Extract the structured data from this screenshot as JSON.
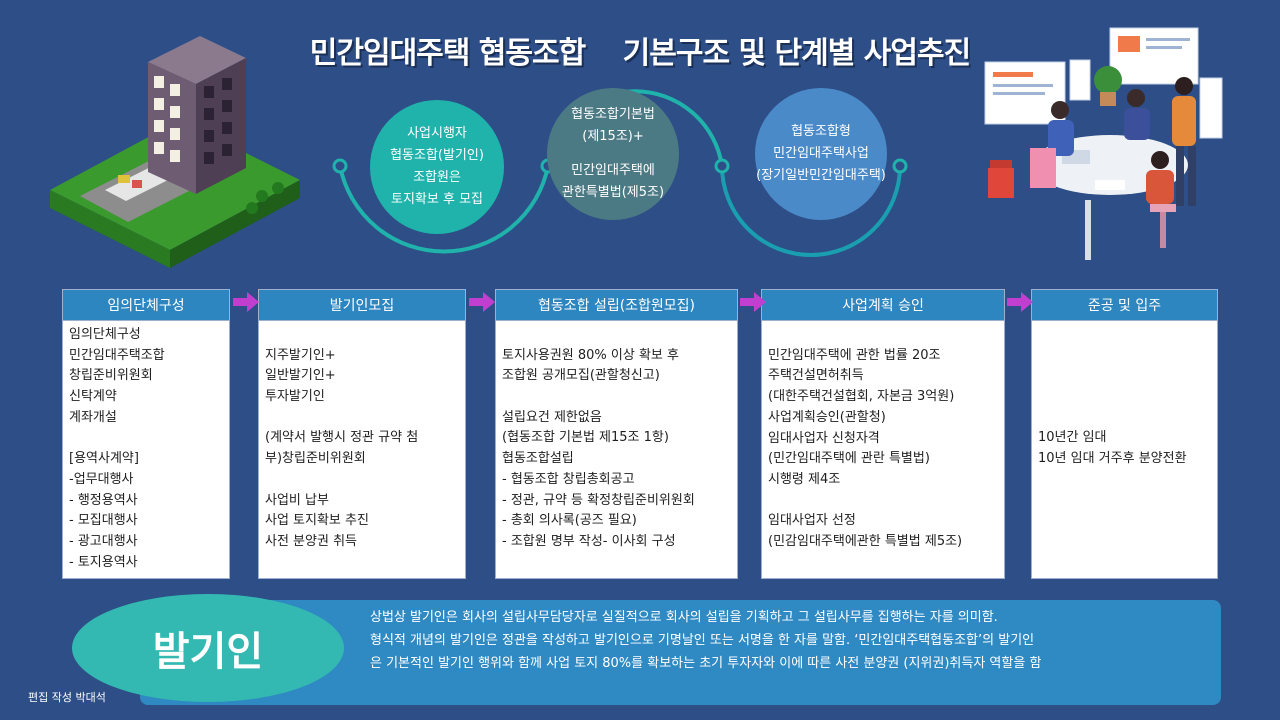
{
  "title": {
    "part1": "민간임대주택 협동조합",
    "part2": "기본구조 및 단계별 사업추진"
  },
  "circles": [
    {
      "lines": [
        "사업시행자",
        "협동조합(발기인)",
        "조합원은",
        "토지확보 후 모집"
      ]
    },
    {
      "lines": [
        "협동조합기본법",
        "(제15조)+",
        "",
        "민간임대주택에",
        "관한특별법(제5조)"
      ]
    },
    {
      "lines": [
        "협동조합형",
        "민간임대주택사업",
        "(장기일반민간임대주택)"
      ]
    }
  ],
  "stages": [
    {
      "header": "임의단체구성",
      "lines": [
        "임의단체구성",
        "민간임대주택조합",
        "창립준비위원회",
        "신탁계약",
        "계좌개설",
        "",
        "[용역사계약]",
        "-업무대행사",
        "- 행정용역사",
        "- 모집대행사",
        "- 광고대행사",
        "- 토지용역사"
      ]
    },
    {
      "header": "발기인모집",
      "lines": [
        "",
        "지주발기인+",
        "일반발기인+",
        "투자발기인",
        "",
        "(계약서 발행시 정관 규약 첨",
        "부)창립준비위원회",
        "",
        "사업비 납부",
        "사업 토지확보 추진",
        "사전 분양권 취득"
      ]
    },
    {
      "header": "협동조합 설립(조합원모집)",
      "lines": [
        "",
        "토지사용권원 80% 이상 확보 후",
        "조합원 공개모집(관할청신고)",
        "",
        "설립요건 제한없음",
        "(협동조합 기본법 제15조 1항)",
        "협동조합설립",
        "- 협동조합 창립총회공고",
        "- 정관, 규약 등 확정창립준비위원회",
        "- 총회 의사록(공즈 필요)",
        "- 조합원 명부 작성- 이사회 구성"
      ]
    },
    {
      "header": "사업계획 승인",
      "lines": [
        "",
        "민간임대주택에 관한 법률 20조",
        "주택건설면허취득",
        "(대한주택건설협회, 자본금 3억원)",
        "사업계획승인(관할청)",
        "임대사업자 신청자격",
        "(민간임대주택에 관란 특별법)",
        "시행령 제4조",
        "",
        "임대사업자 선정",
        "(민감임대주택에관한 특별법 제5조)"
      ]
    },
    {
      "header": "준공 및 입주",
      "lines": [
        "",
        "",
        "",
        "",
        "",
        "10년간 임대",
        "10년 임대 거주후 분양전환"
      ]
    }
  ],
  "definition": {
    "term": "발기인",
    "lines": [
      "상법상 발기인은 회사의 설립사무담당자로 실질적으로 회사의 설립을 기획하고 그 설립사무를 집행하는 자를 의미함.",
      "형식적 개념의 발기인은 정관을 작성하고 발기인으로 기명날인 또는 서명을 한 자를 말함. ‘민간임대주택협동조합’의 발기인",
      "은 기본적인 발기인 행위와 함께 사업 토지 80%를 확보하는 초기 투자자와 이에 따른 사전 분양권 (지위권)취득자 역할을 함"
    ]
  },
  "credit": "편집 작성 박대석",
  "colors": {
    "background": "#2d4e86",
    "stage_header": "#2e86c0",
    "arrow": "#c13fcf",
    "circle1": "#1fb3ac",
    "circle2": "#4c7a84",
    "circle3": "#4a8ac8",
    "ellipse": "#33b9b1"
  },
  "icons": [
    "building-illustration",
    "meeting-people-illustration",
    "arrow-right-icon"
  ]
}
